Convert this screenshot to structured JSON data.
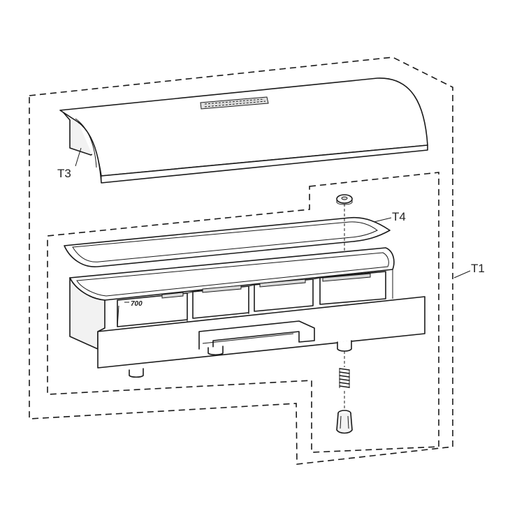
{
  "labels": {
    "t1": "T1",
    "t3": "T3",
    "t4": "T4",
    "part_number": "700"
  }
}
